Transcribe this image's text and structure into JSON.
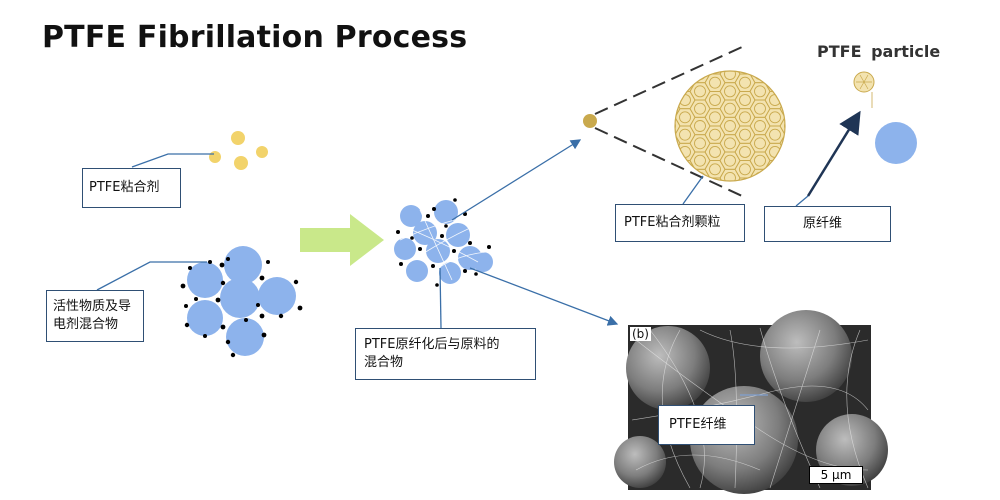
{
  "title": "PTFE Fibrillation Process",
  "labels": {
    "ptfe_binder": "PTFE粘合剂",
    "active_material_line1": "活性物质及导",
    "active_material_line2": "电剂混合物",
    "mixture_line1": "PTFE原纤化后与原料的",
    "mixture_line2": "混合物",
    "binder_particle": "PTFE粘合剂颗粒",
    "fibril": "原纤维",
    "ptfe_particle": "PTFE particle",
    "ptfe_fiber": "PTFE纤维",
    "sem_panel": "(b)",
    "scale_bar": "5 μm"
  },
  "colors": {
    "binder": "#f2d36b",
    "active_particle": "#8db3ec",
    "arrow_green": "#c9e88a",
    "leader_line": "#3a6fa8",
    "box_border": "#2f4f74",
    "lattice": "#c9a94d"
  },
  "icons": {
    "process_arrow": "green-right-arrow",
    "fiber_arrow": "navy-diagonal-arrow"
  }
}
